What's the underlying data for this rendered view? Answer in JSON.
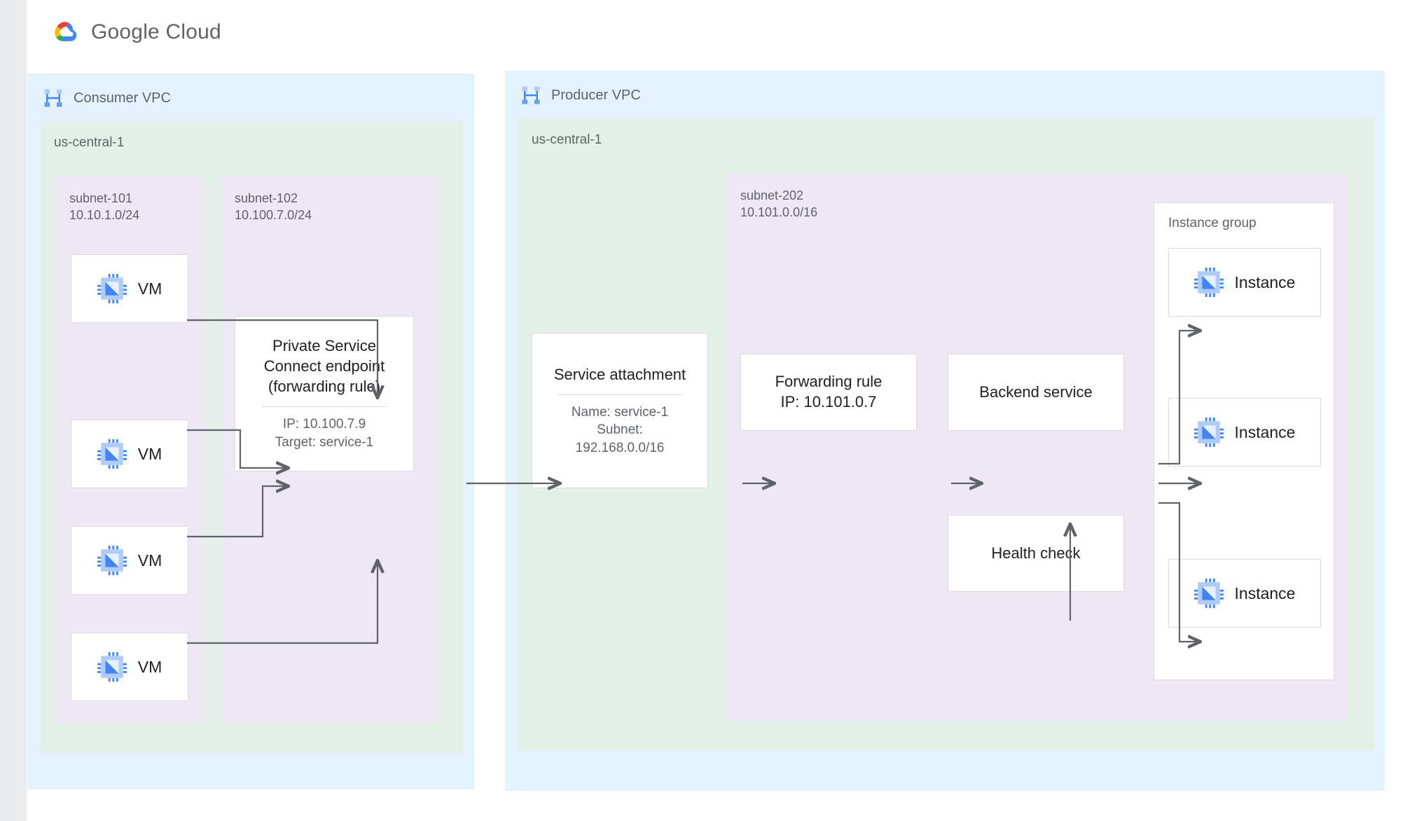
{
  "header": {
    "brand_google": "Google",
    "brand_cloud": "Cloud",
    "logo_icon": "google-cloud-logo"
  },
  "consumer_vpc": {
    "title": "Consumer VPC",
    "icon": "vpc-icon",
    "region": "us-central-1",
    "subnets": [
      {
        "name": "subnet-101",
        "cidr": "10.10.1.0/24"
      },
      {
        "name": "subnet-102",
        "cidr": "10.100.7.0/24"
      }
    ],
    "vms": [
      {
        "label": "VM",
        "icon": "chip-icon"
      },
      {
        "label": "VM",
        "icon": "chip-icon"
      },
      {
        "label": "VM",
        "icon": "chip-icon"
      },
      {
        "label": "VM",
        "icon": "chip-icon"
      }
    ],
    "endpoint": {
      "title": "Private Service\nConnect endpoint\n(forwarding rule)",
      "details": "IP: 10.100.7.9\nTarget: service-1"
    }
  },
  "producer_vpc": {
    "title": "Producer VPC",
    "icon": "vpc-icon",
    "region": "us-central-1",
    "subnet": {
      "name": "subnet-202",
      "cidr": "10.101.0.0/16"
    },
    "service_attachment": {
      "title": "Service attachment",
      "details": "Name: service-1\nSubnet:\n192.168.0.0/16"
    },
    "forwarding_rule": {
      "label": "Forwarding rule\nIP: 10.101.0.7"
    },
    "backend_service": {
      "label": "Backend service"
    },
    "health_check": {
      "label": "Health check"
    },
    "instance_group": {
      "title": "Instance group",
      "instances": [
        {
          "label": "Instance",
          "icon": "chip-icon"
        },
        {
          "label": "Instance",
          "icon": "chip-icon"
        },
        {
          "label": "Instance",
          "icon": "chip-icon"
        }
      ]
    }
  },
  "colors": {
    "page_background": "#eaecee",
    "card_background": "#ffffff",
    "vpc_fill": "#e3f2fd",
    "region_fill": "#e3f0e8",
    "subnet_fill": "#ede7f6",
    "node_border": "#dadce0",
    "connector": "#5f6368",
    "text_primary": "#202124",
    "text_secondary": "#5f6368",
    "icon_blue": "#669df6",
    "icon_blue_dark": "#4285f4"
  }
}
